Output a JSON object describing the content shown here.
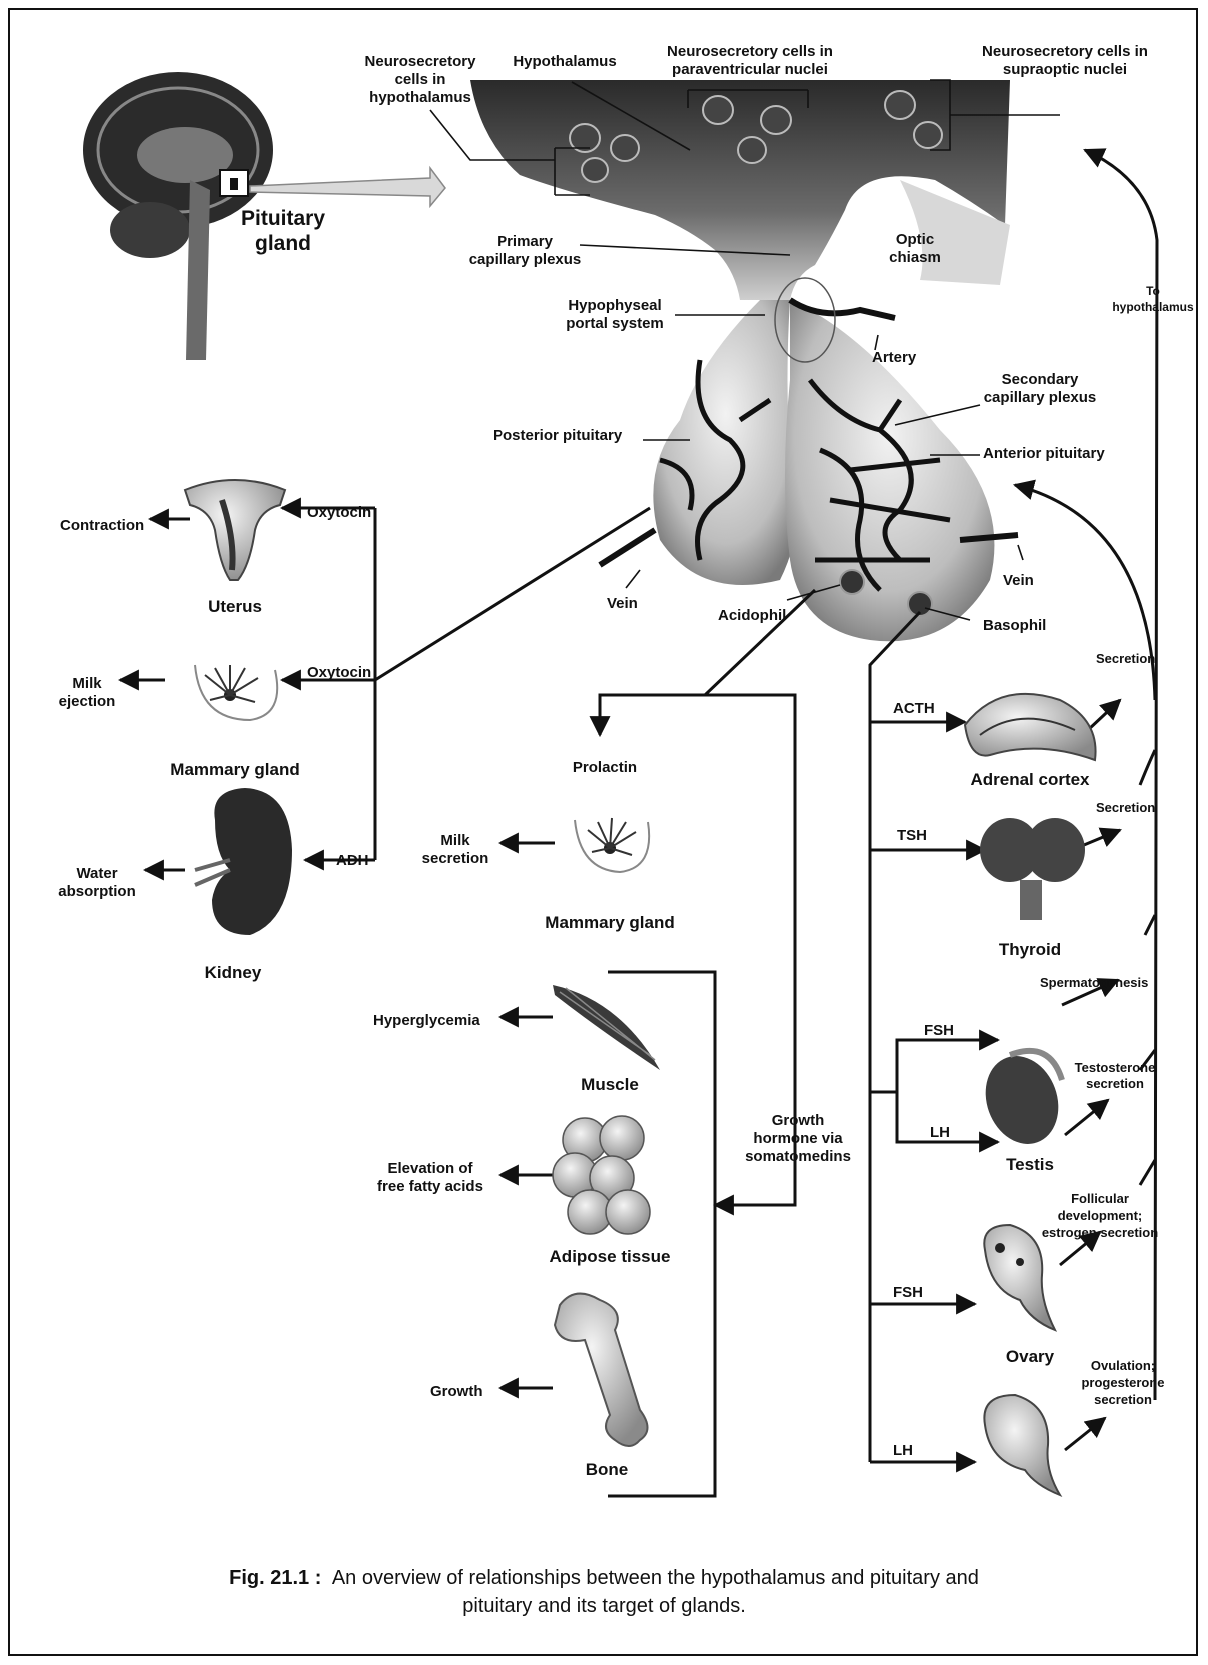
{
  "labels": {
    "neuro_hypo": [
      "Neurosecretory",
      "cells in",
      "hypothalamus"
    ],
    "hypothalamus": "Hypothalamus",
    "paraventricular": [
      "Neurosecretory cells in",
      "paraventricular nuclei"
    ],
    "supraoptic": [
      "Neurosecretory cells in",
      "supraoptic nuclei"
    ],
    "pituitary_gland": [
      "Pituitary",
      "gland"
    ],
    "primary_plexus": [
      "Primary",
      "capillary plexus"
    ],
    "optic_chiasm": [
      "Optic",
      "chiasm"
    ],
    "to_hypothalamus": [
      "To",
      "hypothalamus"
    ],
    "portal_system": [
      "Hypophyseal",
      "portal system"
    ],
    "artery": "Artery",
    "secondary_plexus": [
      "Secondary",
      "capillary plexus"
    ],
    "posterior_pituitary": "Posterior pituitary",
    "anterior_pituitary": "Anterior pituitary",
    "vein_left": "Vein",
    "vein_right": "Vein",
    "acidophil": "Acidophil",
    "basophil": "Basophil",
    "oxytocin_1": "Oxytocin",
    "oxytocin_2": "Oxytocin",
    "adh": "ADH",
    "contraction": "Contraction",
    "uterus": "Uterus",
    "milk_ejection": [
      "Milk",
      "ejection"
    ],
    "mammary_gland_left": "Mammary gland",
    "water_absorption": [
      "Water",
      "absorption"
    ],
    "kidney": "Kidney",
    "prolactin": "Prolactin",
    "milk_secretion": [
      "Milk",
      "secretion"
    ],
    "mammary_gland_mid": "Mammary gland",
    "hyperglycemia": "Hyperglycemia",
    "muscle": "Muscle",
    "ffa": [
      "Elevation of",
      "free fatty acids"
    ],
    "adipose": "Adipose tissue",
    "growth": "Growth",
    "bone": "Bone",
    "growth_hormone": [
      "Growth",
      "hormone via",
      "somatomedins"
    ],
    "acth": "ACTH",
    "adrenal_cortex": "Adrenal cortex",
    "secretion_1": "Secretion",
    "tsh": "TSH",
    "thyroid": "Thyroid",
    "secretion_2": "Secretion",
    "spermatogenesis": "Spermatogenesis",
    "fsh_1": "FSH",
    "testosterone": [
      "Testosterone",
      "secretion"
    ],
    "lh_1": "LH",
    "testis": "Testis",
    "follicular": [
      "Follicular",
      "development;",
      "estrogen secretion"
    ],
    "fsh_2": "FSH",
    "ovary": "Ovary",
    "ovulation": [
      "Ovulation;",
      "progesterone",
      "secretion"
    ],
    "lh_2": "LH"
  },
  "caption": {
    "number": "Fig. 21.1 :",
    "line1": "An overview of relationships between the hypothalamus and pituitary and",
    "line2": "pituitary and its target of glands."
  }
}
